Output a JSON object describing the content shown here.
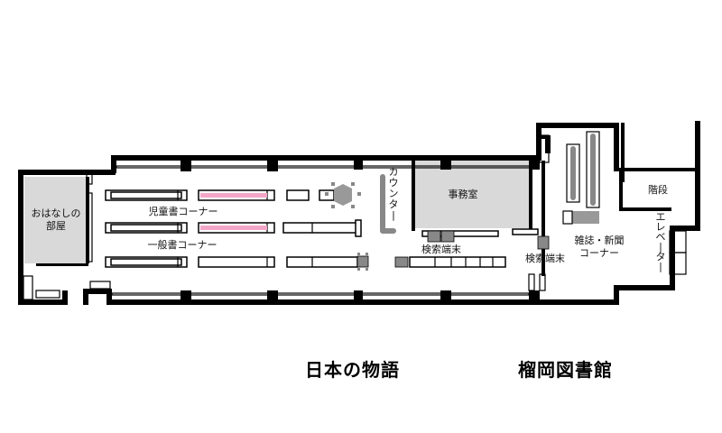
{
  "plan": {
    "rooms": {
      "story_room": "おはなしの\n部屋",
      "office": "事務室",
      "stairs": "階段"
    },
    "labels": {
      "counter": "カウンター",
      "elevator": "エレベーター",
      "children_books": "児童書コーナー",
      "general_books": "一般書コーナー",
      "search_terminal_1": "検索端末",
      "search_terminal_2": "検索端末",
      "magazines": "雑誌・新聞\nコーナー"
    }
  },
  "captions": {
    "left": "日本の物語",
    "right": "榴岡図書館"
  },
  "colors": {
    "wall": "#000000",
    "room_fill": "#d9d9d9",
    "highlight_shelf": "#f4a6c8",
    "terminal": "#888888"
  }
}
